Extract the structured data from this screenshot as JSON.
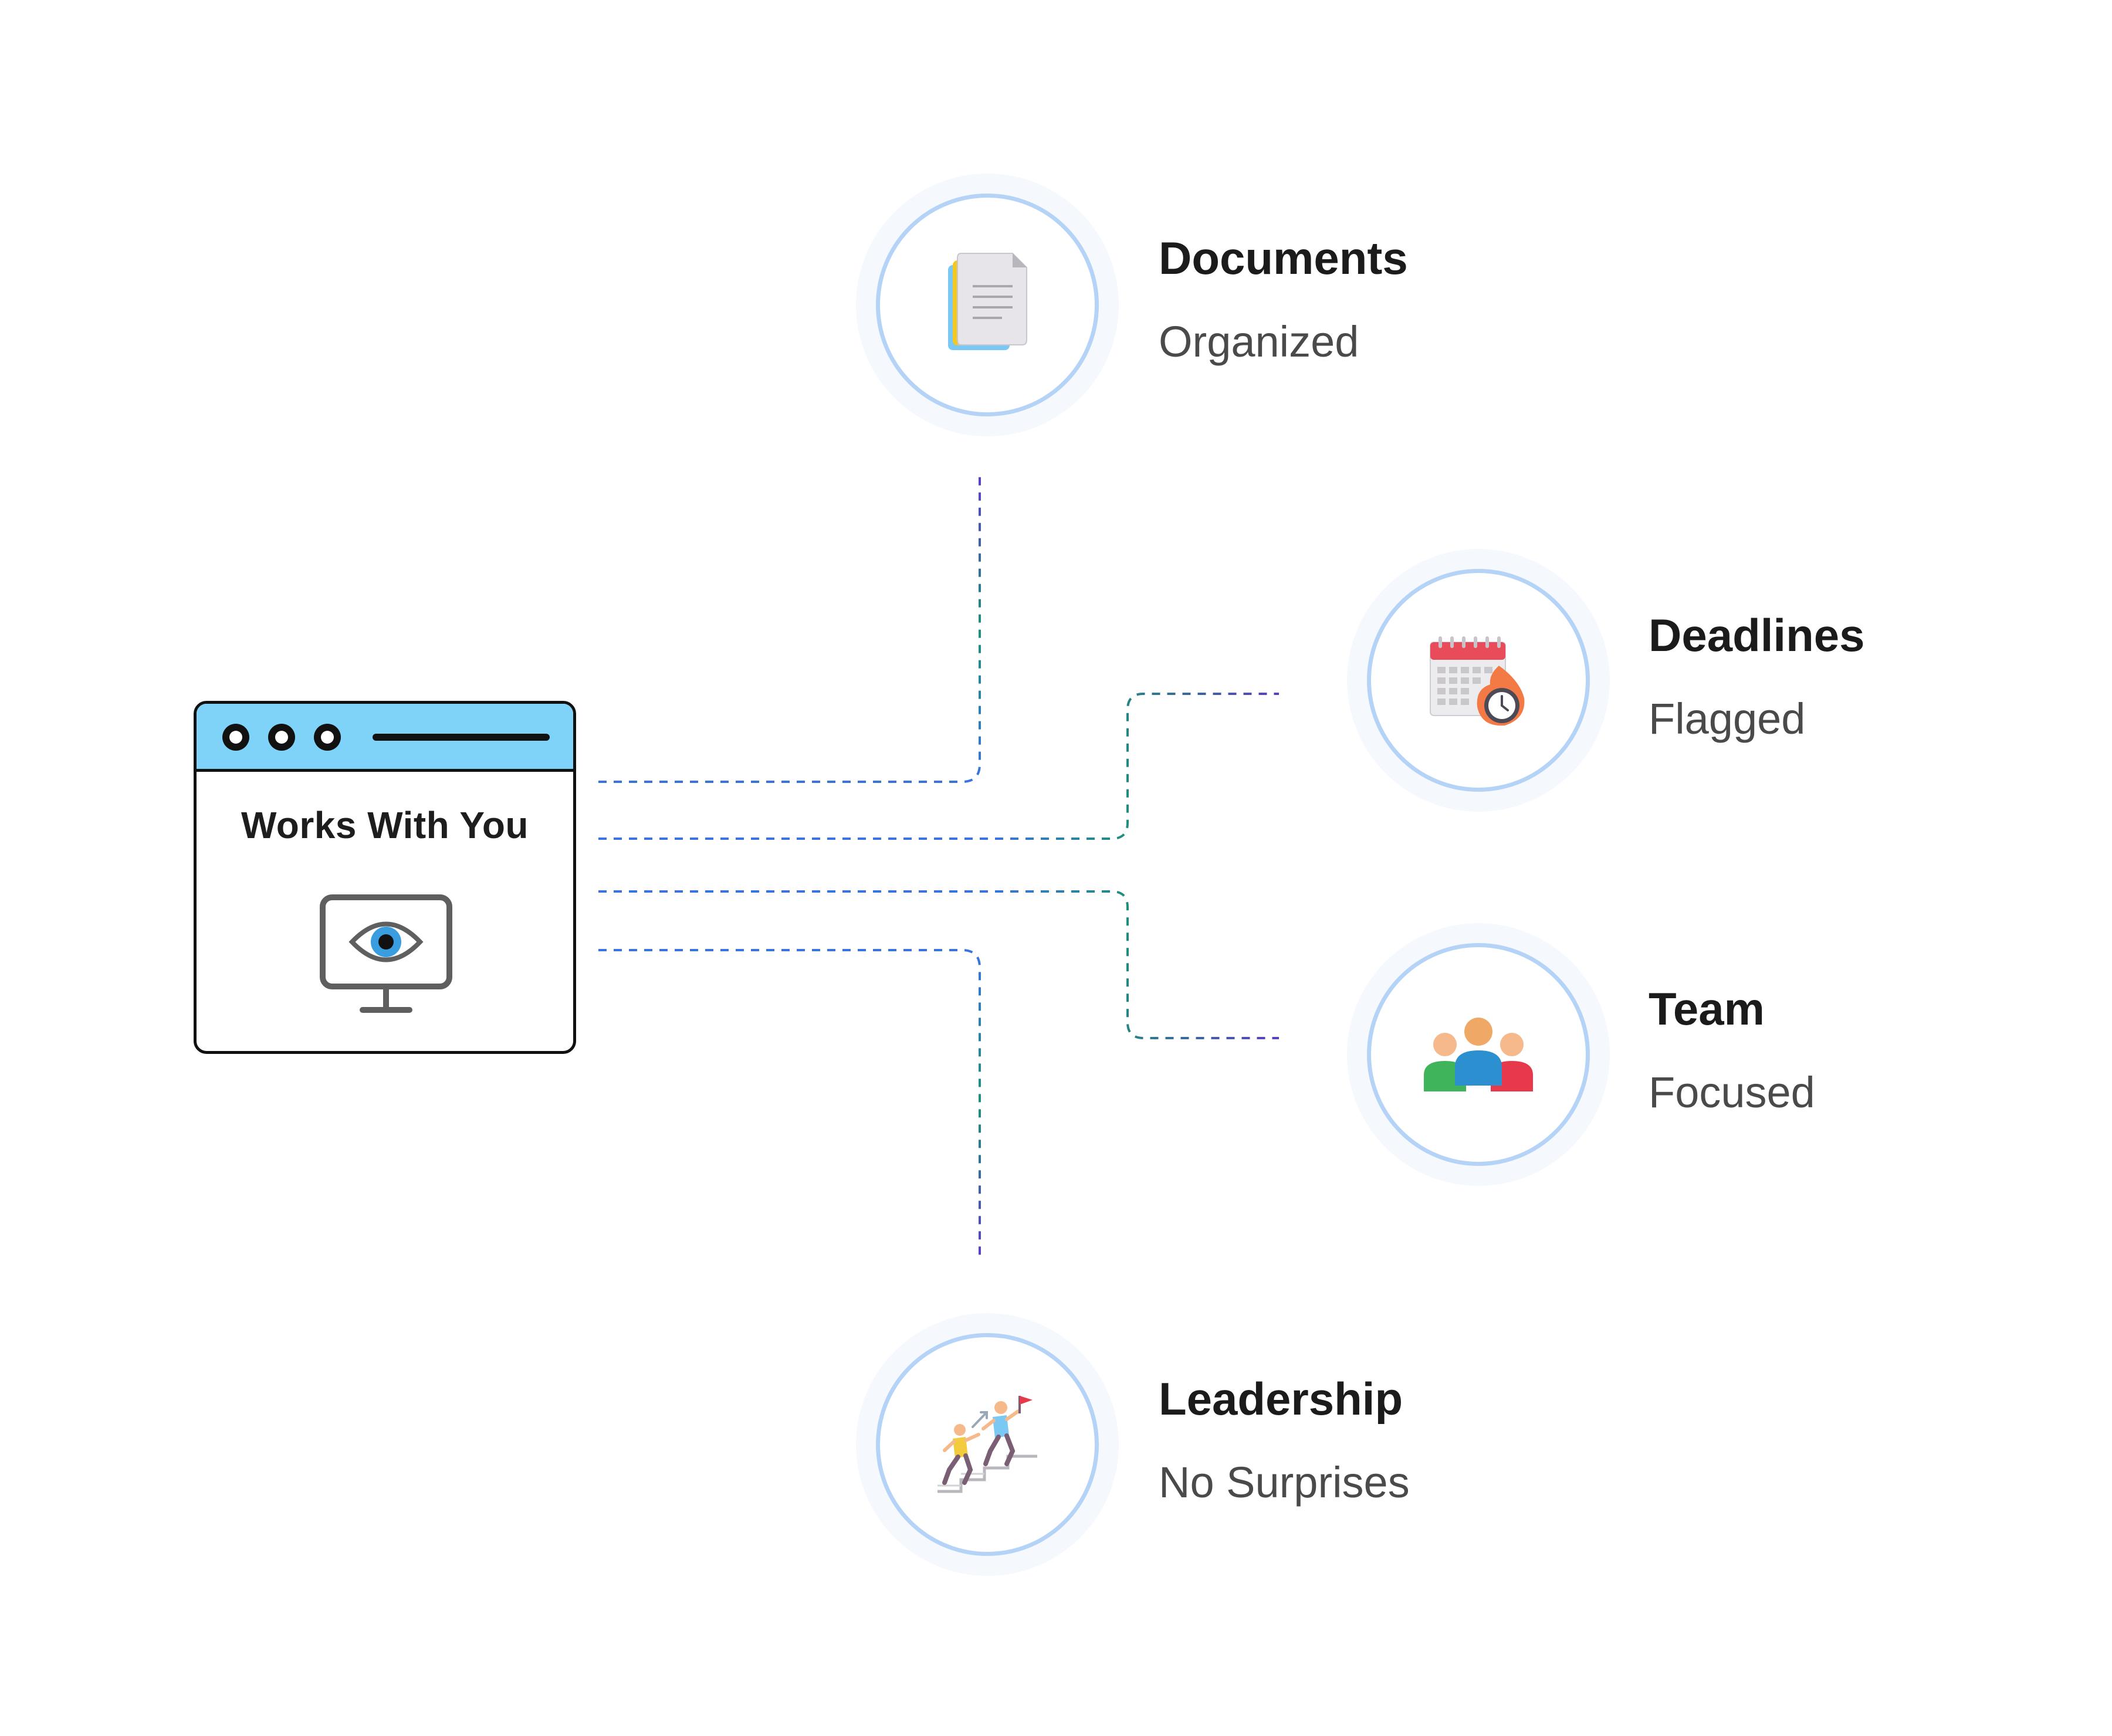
{
  "source": {
    "label": "Works With You",
    "icon": "monitor-eye-icon",
    "colors": {
      "title_bar": "#7fd3f8",
      "outline": "#111111",
      "eye_iris": "#3a9de0"
    }
  },
  "nodes": [
    {
      "id": "documents",
      "title": "Documents",
      "subtitle": "Organized",
      "icon": "documents-icon"
    },
    {
      "id": "deadlines",
      "title": "Deadlines",
      "subtitle": "Flagged",
      "icon": "calendar-clock-icon"
    },
    {
      "id": "team",
      "title": "Team",
      "subtitle": "Focused",
      "icon": "team-icon"
    },
    {
      "id": "leadership",
      "title": "Leadership",
      "subtitle": "No Surprises",
      "icon": "leadership-stairs-icon"
    }
  ],
  "colors": {
    "connector_blue": "#3b73e0",
    "connector_green": "#1e8f7a",
    "connector_purple": "#5a3fc6",
    "circle_ring": "#b5d3f6"
  }
}
